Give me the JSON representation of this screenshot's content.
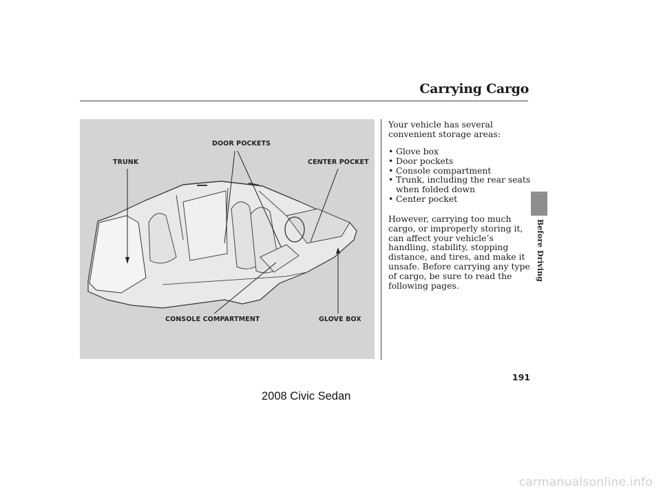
{
  "header": {
    "title": "Carrying Cargo"
  },
  "figure": {
    "callouts": {
      "door_pockets": "DOOR POCKETS",
      "trunk": "TRUNK",
      "center_pocket": "CENTER POCKET",
      "console_compartment": "CONSOLE COMPARTMENT",
      "glove_box": "GLOVE BOX"
    }
  },
  "content": {
    "intro": "Your vehicle has several convenient storage areas:",
    "bullet_glyph": "•",
    "bullets": [
      "Glove box",
      "Door pockets",
      "Console compartment",
      "Trunk, including the rear seats when folded down",
      "Center pocket"
    ],
    "paragraph": "However, carrying too much cargo, or improperly storing it, can affect your vehicle’s handling, stability, stopping distance, and tires, and make it unsafe. Before carrying any type of cargo, be sure to read the following pages."
  },
  "sidebar": {
    "section_label": "Before Driving"
  },
  "page_number": "191",
  "footer": {
    "label": "2008 Civic Sedan"
  },
  "watermark": {
    "text": "carmanualsonline.info"
  }
}
